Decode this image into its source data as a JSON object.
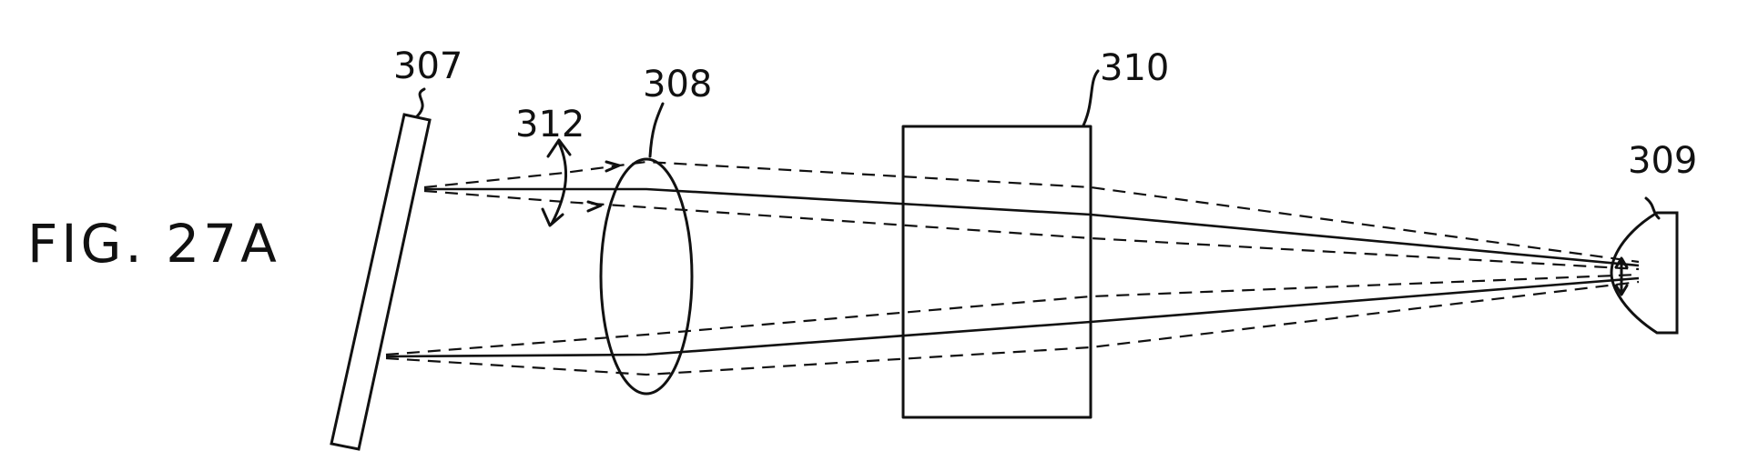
{
  "figure": {
    "caption": "FIG. 27A"
  },
  "components": {
    "mirror": {
      "ref": "307"
    },
    "lens": {
      "ref": "308"
    },
    "block": {
      "ref": "310"
    },
    "detector": {
      "ref": "309"
    },
    "rotation_arrow": {
      "ref": "312"
    }
  },
  "colors": {
    "ink": "#111111",
    "background": "#ffffff"
  }
}
